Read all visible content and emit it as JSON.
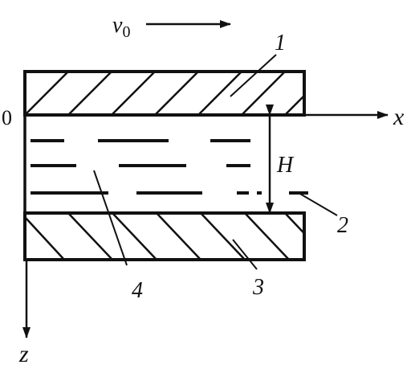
{
  "diagram": {
    "velocity": {
      "symbol": "v",
      "subscript": "0"
    },
    "labels": {
      "origin": "0",
      "x_axis": "x",
      "z_axis": "z",
      "gap": "H",
      "part_1": "1",
      "part_2": "2",
      "part_3": "3",
      "part_4": "4"
    }
  }
}
